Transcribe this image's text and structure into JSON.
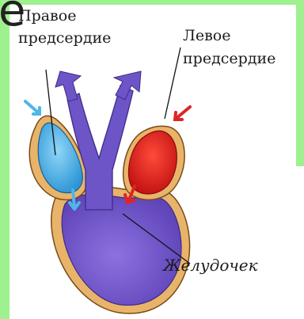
{
  "decor": {
    "clipped_letter": "е"
  },
  "labels": {
    "right_atrium": [
      "Правое",
      "предсердие"
    ],
    "left_atrium": [
      "Левое",
      "предсердие"
    ],
    "ventricle": "Желудочек"
  },
  "colors": {
    "ventricle": "#7b5fd0",
    "right_atrium": "#4fb6e8",
    "left_atrium": "#e02424",
    "wall": "#e8b46a",
    "green_frame": "#9ff08f"
  }
}
